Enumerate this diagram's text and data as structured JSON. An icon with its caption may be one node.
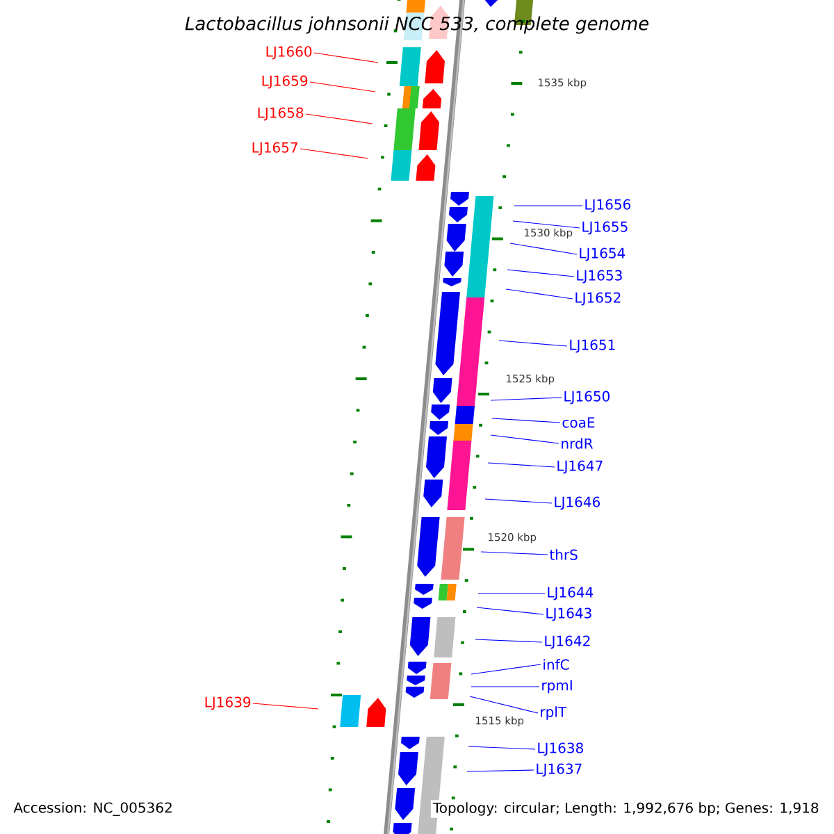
{
  "diagram": {
    "title": "Lactobacillus johnsonii NCC 533, complete genome",
    "nodes": [
      {
        "text": [
          "LJ1660"
        ]
      },
      {
        "text": [
          "LJ1659"
        ]
      },
      {
        "text": [
          "LJ1658"
        ]
      },
      {
        "text": [
          "LJ1657"
        ]
      },
      {
        "text": [
          "LJ1656"
        ]
      },
      {
        "text": [
          "LJ1655"
        ]
      },
      {
        "text": [
          "LJ1654"
        ]
      },
      {
        "text": [
          "LJ1653"
        ]
      },
      {
        "text": [
          "LJ1652"
        ]
      },
      {
        "text": [
          "LJ1651"
        ]
      },
      {
        "text": [
          "LJ1650"
        ]
      },
      {
        "text": [
          "coaE"
        ]
      },
      {
        "text": [
          "nrdR"
        ]
      },
      {
        "text": [
          "LJ1647"
        ]
      },
      {
        "text": [
          "LJ1646"
        ]
      },
      {
        "text": [
          "thrS"
        ]
      },
      {
        "text": [
          "LJ1644"
        ]
      },
      {
        "text": [
          "LJ1643"
        ]
      },
      {
        "text": [
          "LJ1642"
        ]
      },
      {
        "text": [
          "infC"
        ]
      },
      {
        "text": [
          "rpmI"
        ]
      },
      {
        "text": [
          "LJ1639"
        ]
      },
      {
        "text": [
          "rplT"
        ]
      },
      {
        "text": [
          "LJ1638"
        ]
      },
      {
        "text": [
          "LJ1637"
        ]
      }
    ],
    "edges": [
      {
        "from": 0,
        "to": null,
        "arrow": "none",
        "color": "#ff0000"
      },
      {
        "from": 1,
        "to": null,
        "arrow": "none",
        "color": "#ff0000"
      },
      {
        "from": 2,
        "to": null,
        "arrow": "none",
        "color": "#ff0000"
      },
      {
        "from": 3,
        "to": null,
        "arrow": "none",
        "color": "#ff0000"
      },
      {
        "from": 4,
        "to": null,
        "arrow": "none"
      },
      {
        "from": 5,
        "to": null,
        "arrow": "none"
      },
      {
        "from": 6,
        "to": null,
        "arrow": "none"
      },
      {
        "from": 7,
        "to": null,
        "arrow": "none"
      },
      {
        "from": 8,
        "to": null,
        "arrow": "none"
      },
      {
        "from": 9,
        "to": null,
        "arrow": "none"
      },
      {
        "from": 10,
        "to": null,
        "arrow": "none"
      },
      {
        "from": 11,
        "to": null,
        "arrow": "none"
      },
      {
        "from": 12,
        "to": null,
        "arrow": "none"
      },
      {
        "from": 13,
        "to": null,
        "arrow": "none"
      },
      {
        "from": 14,
        "to": null,
        "arrow": "none"
      },
      {
        "from": 15,
        "to": null,
        "arrow": "none"
      },
      {
        "from": 16,
        "to": null,
        "arrow": "none"
      },
      {
        "from": 17,
        "to": null,
        "arrow": "none"
      },
      {
        "from": 18,
        "to": null,
        "arrow": "none"
      },
      {
        "from": 19,
        "to": null,
        "arrow": "none"
      },
      {
        "from": 20,
        "to": null,
        "arrow": "none"
      },
      {
        "from": 21,
        "to": null,
        "arrow": "none",
        "color": "#ff0000"
      },
      {
        "from": 22,
        "to": null,
        "arrow": "none"
      },
      {
        "from": 23,
        "to": null,
        "arrow": "none"
      },
      {
        "from": 24,
        "to": null,
        "arrow": "none"
      }
    ],
    "labels": [
      "1535 kbp",
      "1530 kbp",
      "1525 kbp",
      "1520 kbp",
      "1515 kbp",
      "Accession: NC_005362",
      "Topology: circular; Length: 1,992,676 bp; Genes: 1,918"
    ]
  }
}
